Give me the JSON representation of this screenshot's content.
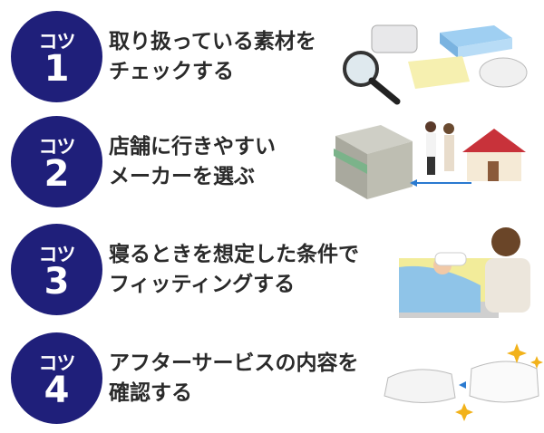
{
  "tips": [
    {
      "badge": "コツ",
      "number": "1",
      "line1": "取り扱っている素材を",
      "line2": "チェックする"
    },
    {
      "badge": "コツ",
      "number": "2",
      "line1": "店舗に行きやすい",
      "line2": "メーカーを選ぶ"
    },
    {
      "badge": "コツ",
      "number": "3",
      "line1": "寝るときを想定した条件で",
      "line2": "フィッティングする"
    },
    {
      "badge": "コツ",
      "number": "4",
      "line1": "アフターサービスの内容を",
      "line2": "確認する"
    }
  ],
  "colors": {
    "badge": "#1f1f7a",
    "text": "#2a2a2a"
  }
}
